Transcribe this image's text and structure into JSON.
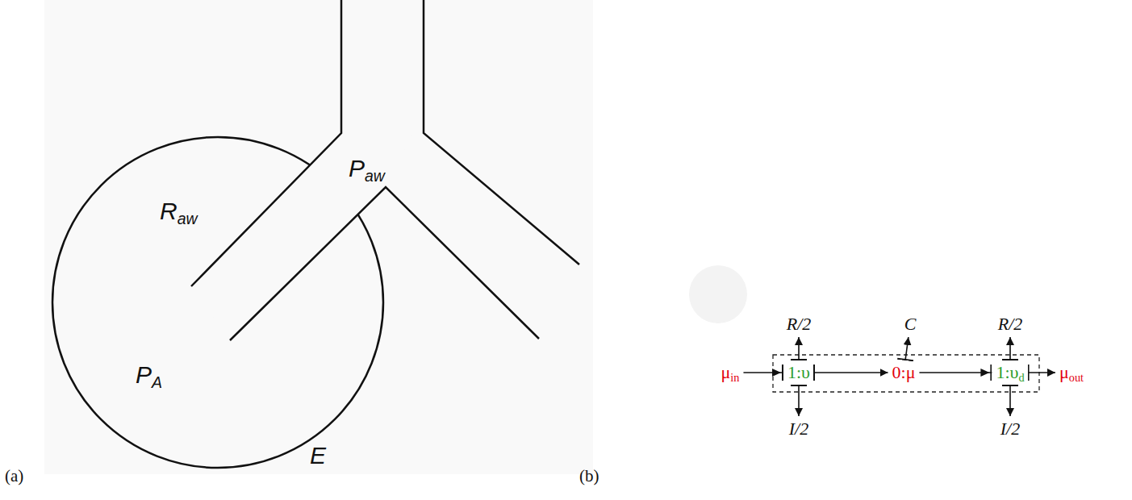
{
  "diagram": {
    "nodes": [
      {
        "text": [
          "R/2"
        ]
      },
      {
        "text": [
          "C"
        ]
      },
      {
        "text": [
          "R/2"
        ]
      },
      {
        "text": [
          "μin"
        ]
      },
      {
        "text": [
          "1:υ"
        ]
      },
      {
        "text": [
          "0:μ"
        ]
      },
      {
        "text": [
          "1:υd"
        ]
      },
      {
        "text": [
          "μout"
        ]
      },
      {
        "text": [
          "I/2"
        ]
      },
      {
        "text": [
          "I/2"
        ]
      }
    ],
    "edges": [
      {
        "from": 3,
        "to": 4,
        "arrow": "to"
      },
      {
        "from": 4,
        "to": 5,
        "arrow": "to"
      },
      {
        "from": 5,
        "to": 6,
        "arrow": "to"
      },
      {
        "from": 6,
        "to": 7,
        "arrow": "to"
      },
      {
        "from": 4,
        "to": 0,
        "arrow": "to"
      },
      {
        "from": 4,
        "to": 8,
        "arrow": "to"
      },
      {
        "from": 5,
        "to": 1,
        "arrow": "to"
      },
      {
        "from": 6,
        "to": 2,
        "arrow": "to"
      },
      {
        "from": 6,
        "to": 9,
        "arrow": "to"
      }
    ],
    "labels": [
      "Paw",
      "Raw",
      "PA",
      "E",
      "(a)",
      "(b)"
    ]
  }
}
